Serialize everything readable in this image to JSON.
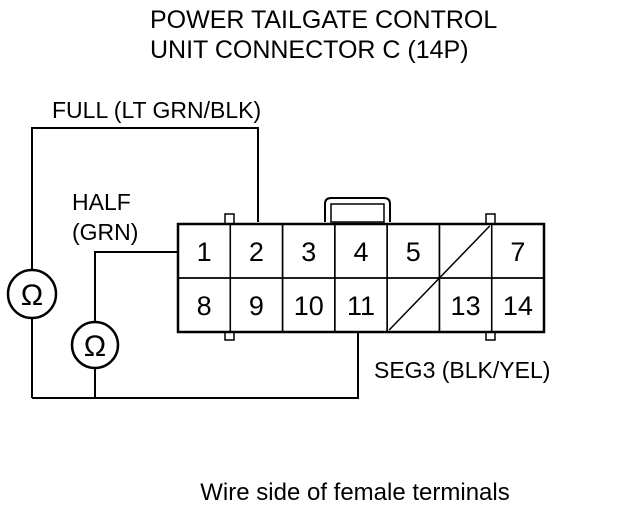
{
  "title": {
    "line1": "POWER TAILGATE CONTROL",
    "line2": "UNIT CONNECTOR C (14P)"
  },
  "wires": {
    "full": "FULL (LT GRN/BLK)",
    "half_line1": "HALF",
    "half_line2": "(GRN)",
    "seg3": "SEG3 (BLK/YEL)"
  },
  "meters": {
    "symbol": "Ω",
    "icon": "ohmmeter-icon"
  },
  "connector": {
    "top_row": [
      "1",
      "2",
      "3",
      "4",
      "5",
      "",
      "7"
    ],
    "bottom_row": [
      "8",
      "9",
      "10",
      "11",
      "",
      "13",
      "14"
    ]
  },
  "caption": "Wire side of female terminals"
}
